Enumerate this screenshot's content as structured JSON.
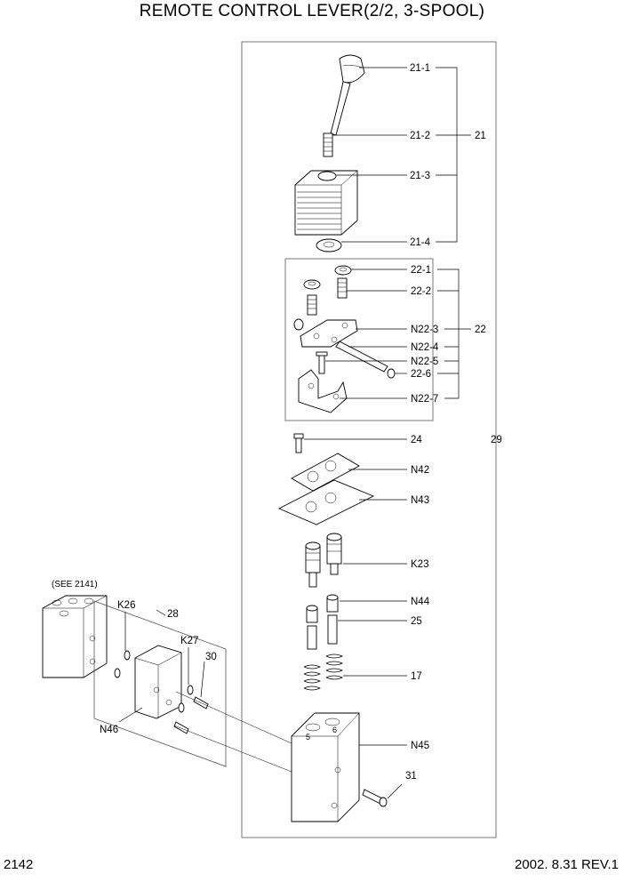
{
  "title": "REMOTE CONTROL LEVER(2/2, 3-SPOOL)",
  "page_number": "2142",
  "revision": "2002. 8.31  REV.1",
  "see_note": "(SEE 2141)",
  "labels": {
    "l21_1": "21-1",
    "l21_2": "21-2",
    "l21_3": "21-3",
    "l21_4": "21-4",
    "l21": "21",
    "l22_1": "22-1",
    "l22_2": "22-2",
    "lN22_3": "N22-3",
    "lN22_4": "N22-4",
    "lN22_5": "N22-5",
    "l22_6": "22-6",
    "lN22_7": "N22-7",
    "l22": "22",
    "l24": "24",
    "l29": "29",
    "lN42": "N42",
    "lN43": "N43",
    "lK23": "K23",
    "lN44": "N44",
    "l25": "25",
    "l17": "17",
    "lN45": "N45",
    "l31": "31",
    "lK26": "K26",
    "l28": "28",
    "lK27": "K27",
    "l30": "30",
    "lN46": "N46",
    "port5": "5",
    "port6": "6"
  }
}
